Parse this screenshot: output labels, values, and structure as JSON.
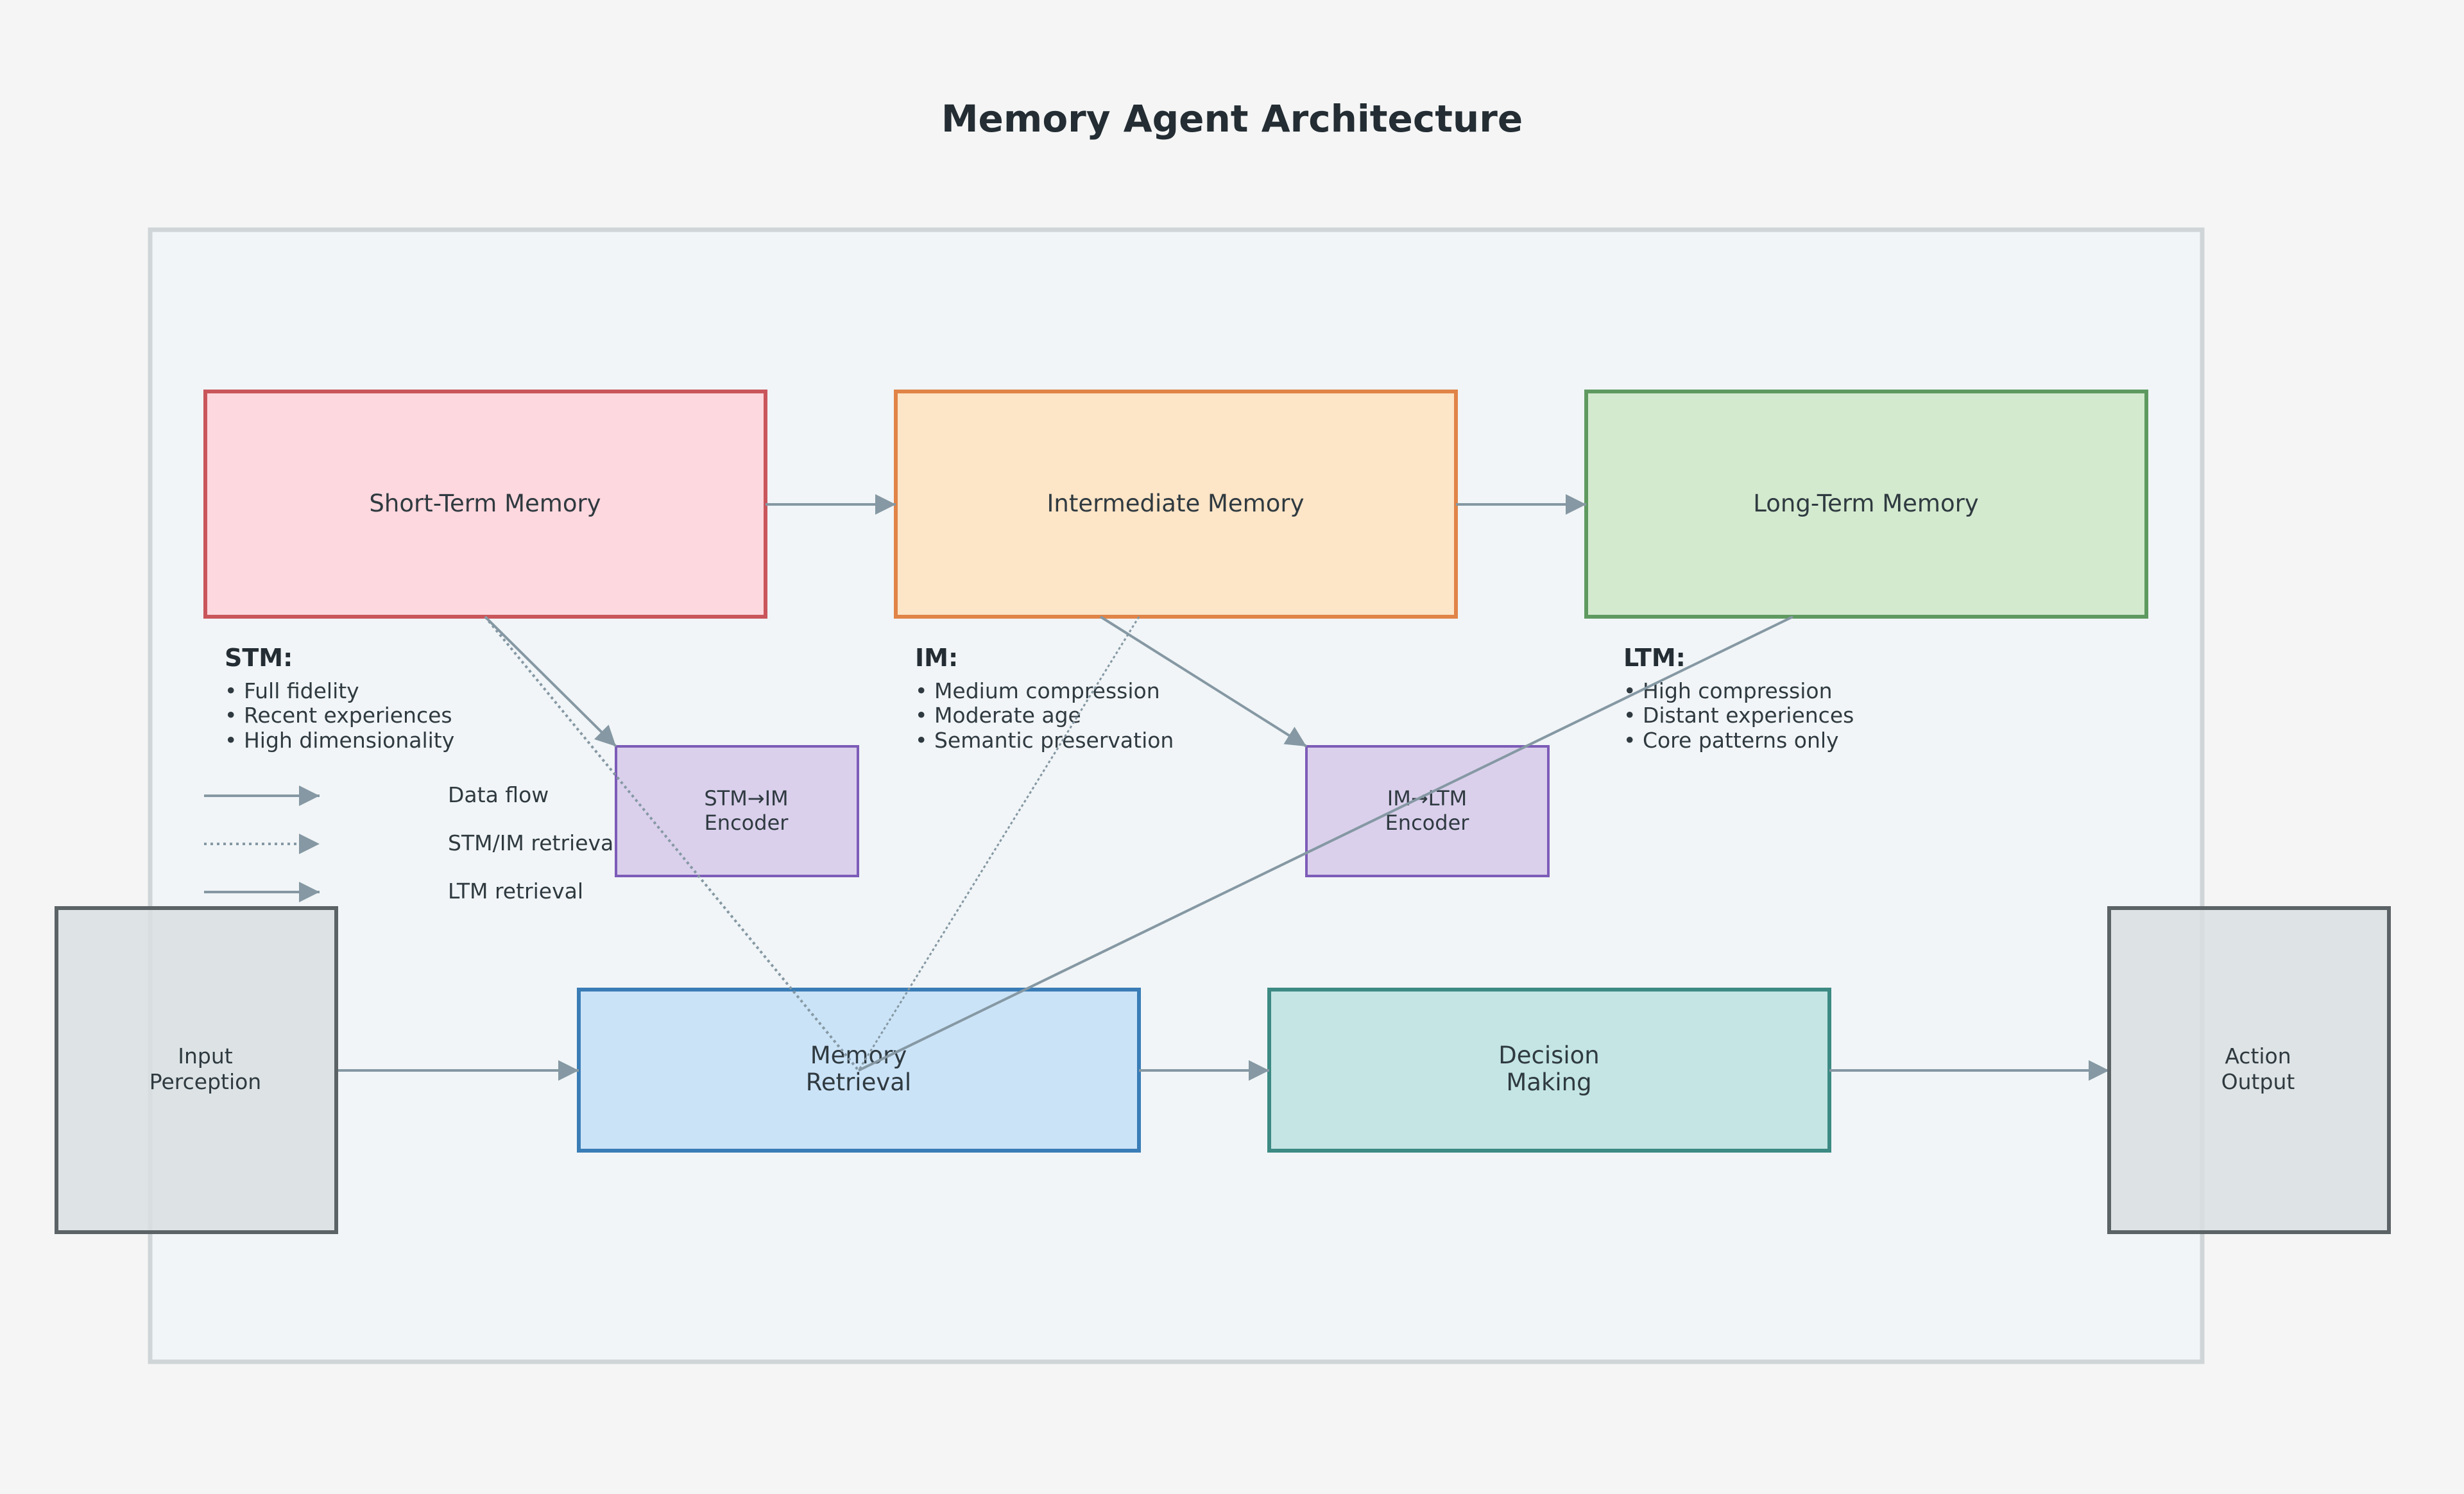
{
  "title": "Memory Agent Architecture",
  "colors": {
    "background": "#f5f5f5",
    "panel_fill": "#f1f5f7",
    "panel_stroke": "#d0d5d8",
    "arrow": "#8598a3",
    "text": "#2f3a40",
    "title_text": "#232d33",
    "stm_fill": "#fdd8de",
    "stm_stroke": "#c9565b",
    "im_fill": "#fde5c7",
    "im_stroke": "#e08447",
    "ltm_fill": "#d4eacf",
    "ltm_stroke": "#5e9a60",
    "encoder_fill": "#dad0ec",
    "encoder_stroke": "#7d5cb8",
    "retrieval_fill": "#cbe3f7",
    "retrieval_stroke": "#3a7db6",
    "decision_fill": "#c4e5e3",
    "decision_stroke": "#3d8a84",
    "io_fill": "#d9dfe2",
    "io_stroke": "#5c6366"
  },
  "nodes": {
    "stm": {
      "label": "Short-Term Memory"
    },
    "im": {
      "label": "Intermediate Memory"
    },
    "ltm": {
      "label": "Long-Term Memory"
    },
    "stm_im_encoder": {
      "line1": "STM→IM",
      "line2": "Encoder"
    },
    "im_ltm_encoder": {
      "line1": "IM→LTM",
      "line2": "Encoder"
    },
    "input": {
      "line1": "Input",
      "line2": "Perception"
    },
    "retrieval": {
      "line1": "Memory",
      "line2": "Retrieval"
    },
    "decision": {
      "line1": "Decision",
      "line2": "Making"
    },
    "output": {
      "line1": "Action",
      "line2": "Output"
    }
  },
  "notes": {
    "stm": {
      "heading": "STM:",
      "items": [
        "• Full fidelity",
        "• Recent experiences",
        "• High dimensionality"
      ]
    },
    "im": {
      "heading": "IM:",
      "items": [
        "• Medium compression",
        "• Moderate age",
        "• Semantic preservation"
      ]
    },
    "ltm": {
      "heading": "LTM:",
      "items": [
        "• High compression",
        "• Distant experiences",
        "• Core patterns only"
      ]
    }
  },
  "legend": {
    "data_flow": "Data flow",
    "stm_im_retrieval": "STM/IM retrieval",
    "ltm_retrieval": "LTM retrieval"
  }
}
